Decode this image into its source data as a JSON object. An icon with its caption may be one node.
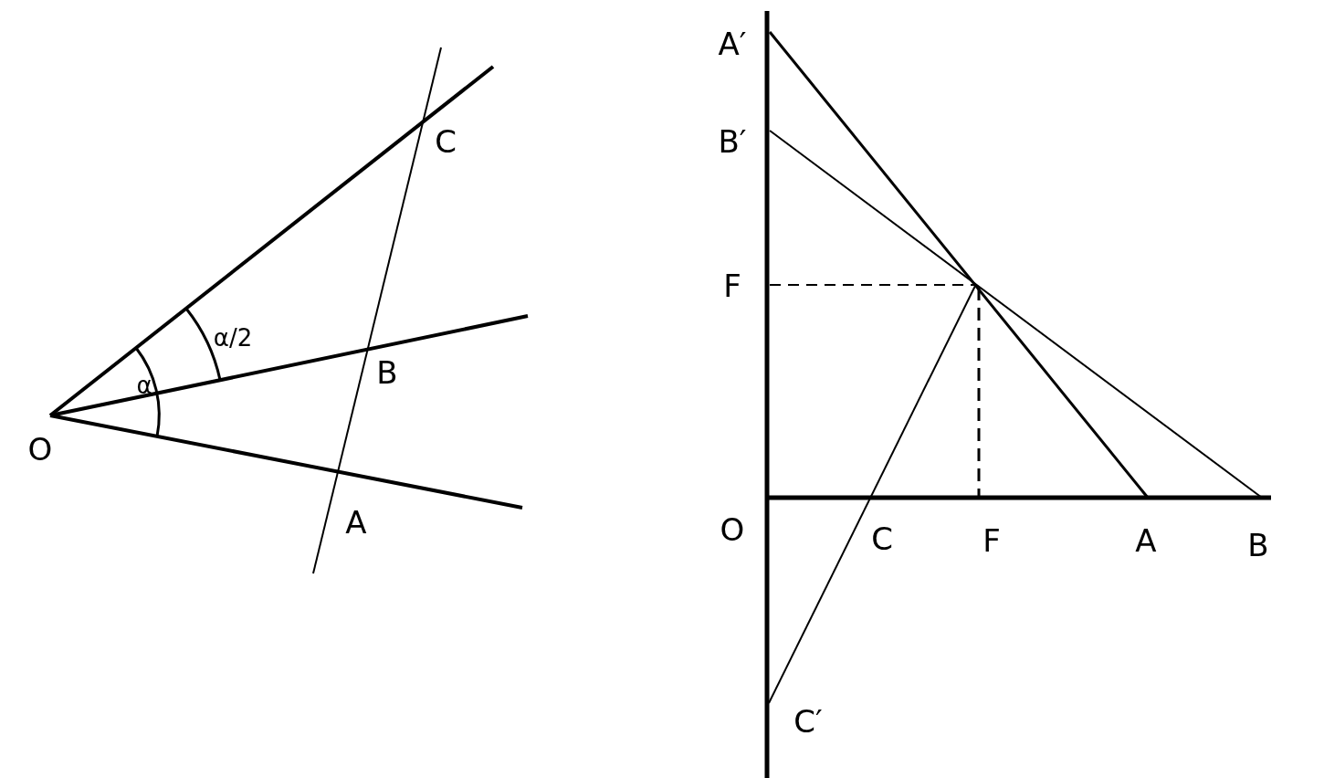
{
  "diagram": {
    "labels": [
      "C",
      "α/2",
      "B",
      "α",
      "O",
      "A",
      "A′",
      "B′",
      "F",
      "O",
      "C",
      "F",
      "A",
      "B",
      "C′"
    ]
  }
}
